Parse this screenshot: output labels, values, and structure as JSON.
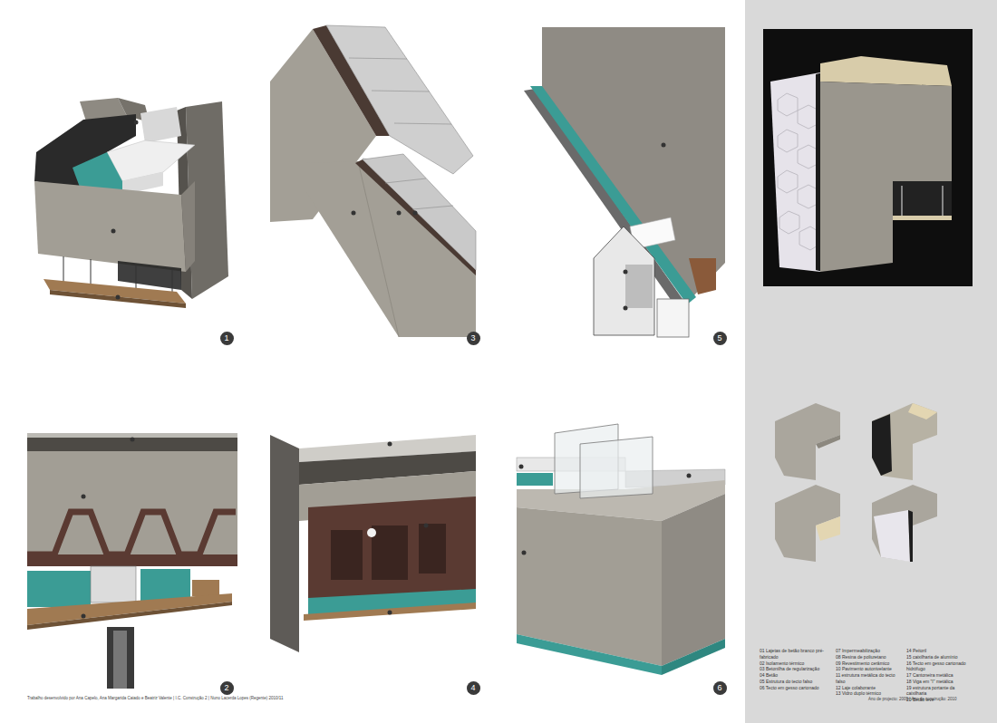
{
  "diagram": {
    "caption": "Trabalho desenvolvido por Ana Capelo, Ana Margarida Caiado e Beatriz Valente | I.C. Construção 2 | Nuno Lacerda Lopes (Regente) 2010/11",
    "nodes": [
      {
        "text": [
          "1"
        ]
      },
      {
        "text": [
          "3"
        ]
      },
      {
        "text": [
          "5"
        ]
      },
      {
        "text": [
          "2"
        ]
      },
      {
        "text": [
          "4"
        ]
      },
      {
        "text": [
          "6"
        ]
      }
    ],
    "labels": [
      "01 Lajetas de betão branco pré-fabricado",
      "02 Isolamento térmico",
      "03 Betonilha de regularização",
      "04 Betão",
      "05 Estrutura do tecto falso",
      "06 Tecto em gesso cartonado",
      "07 Impermeabilização",
      "08 Resina de poliuretano",
      "09 Revestimento cerâmico",
      "10 Pavimento autonivelante",
      "11 estrutura metálica do tecto falso",
      "12 Laje colaborante",
      "13 Vidro duplo térmico",
      "14 Peitoril",
      "15 caixilharia de alumínio",
      "16 Tecto em gesso cartonado hidrófugo",
      "17 Cantoneira metálica",
      "18 Viga em \"I\" metálica",
      "19 estrutura portante da caixilharia",
      "20 Betão leve",
      "Ano de projecto: 2009 | Ano de construção: 2010"
    ]
  }
}
